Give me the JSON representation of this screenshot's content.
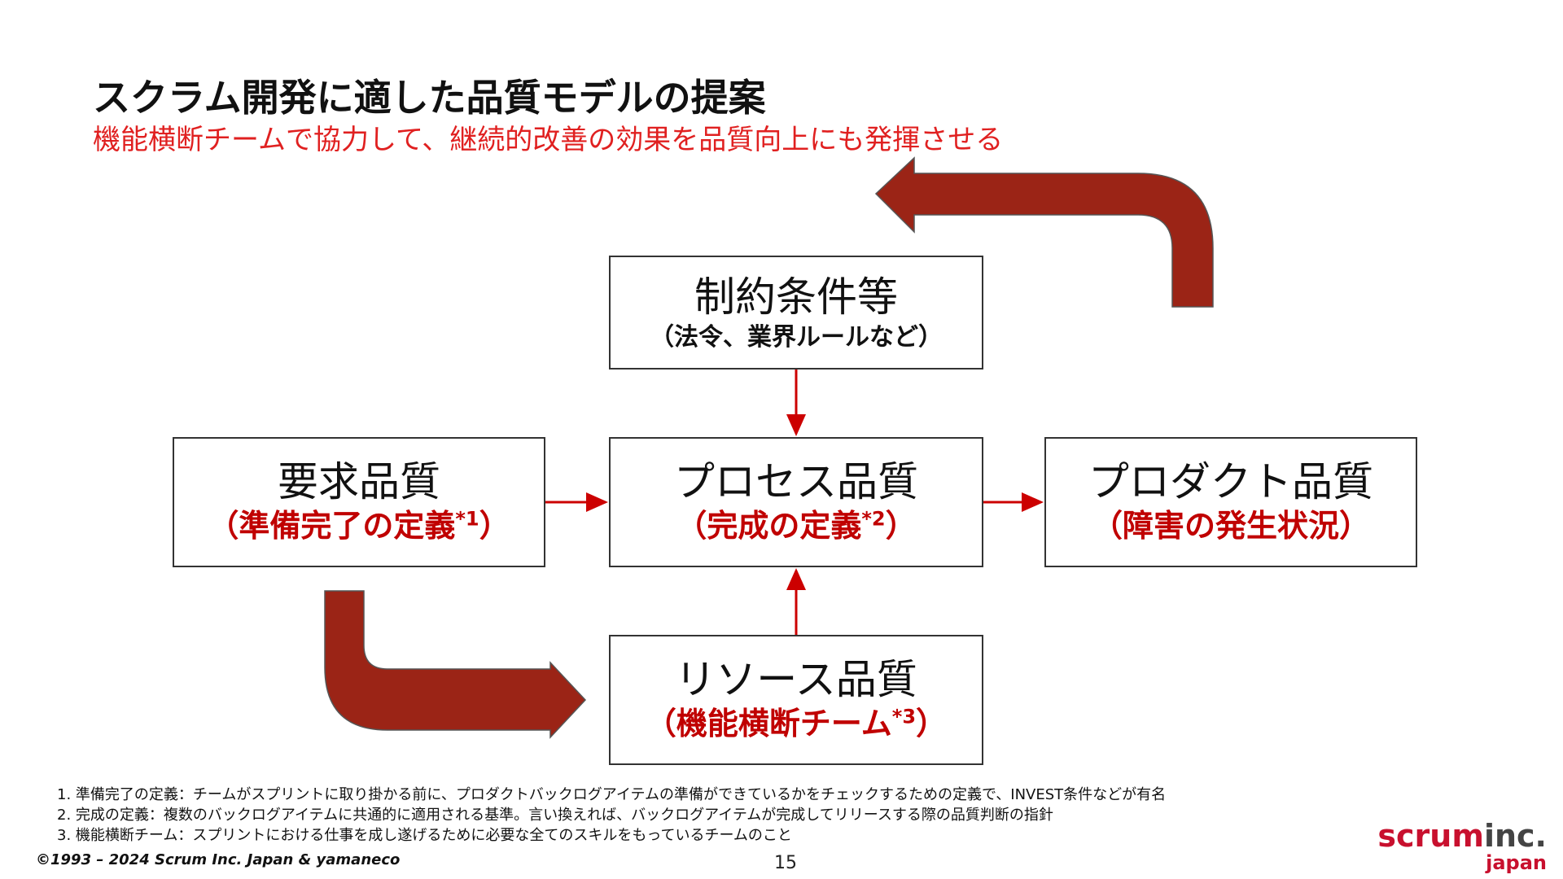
{
  "title": "スクラム開発に適した品質モデルの提案",
  "subtitle": "機能横断チームで協力して、継続的改善の効果を品質向上にも発揮させる",
  "boxes": {
    "constraints": {
      "main": "制約条件等",
      "sub": "（法令、業界ルールなど）"
    },
    "requirement": {
      "main": "要求品質",
      "sub": "（準備完了の定義",
      "ref": "*1",
      "close": "）"
    },
    "process": {
      "main": "プロセス品質",
      "sub": "（完成の定義",
      "ref": "*2",
      "close": "）"
    },
    "product": {
      "main": "プロダクト品質",
      "sub": "（障害の発生状況）"
    },
    "resource": {
      "main": "リソース品質",
      "sub": "（機能横断チーム",
      "ref": "*3",
      "close": "）"
    }
  },
  "footnotes": [
    "1. 準備完了の定義：チームがスプリントに取り掛かる前に、プロダクトバックログアイテムの準備ができているかをチェックするための定義で、INVEST条件などが有名",
    "2. 完成の定義：複数のバックログアイテムに共通的に適用される基準。言い換えれば、バックログアイテムが完成してリリースする際の品質判断の指針",
    "3. 機能横断チーム：スプリントにおける仕事を成し遂げるために必要な全てのスキルをもっているチームのこと"
  ],
  "copyright": "©1993 – 2024 Scrum Inc. Japan & yamaneco",
  "page_number": "15",
  "logo": {
    "scrum": "scrum",
    "inc": "inc.",
    "japan": "japan"
  },
  "colors": {
    "accent_red": "#e02020",
    "label_red": "#c00000",
    "big_arrow": "#9b2416",
    "connector": "#cc0000"
  }
}
